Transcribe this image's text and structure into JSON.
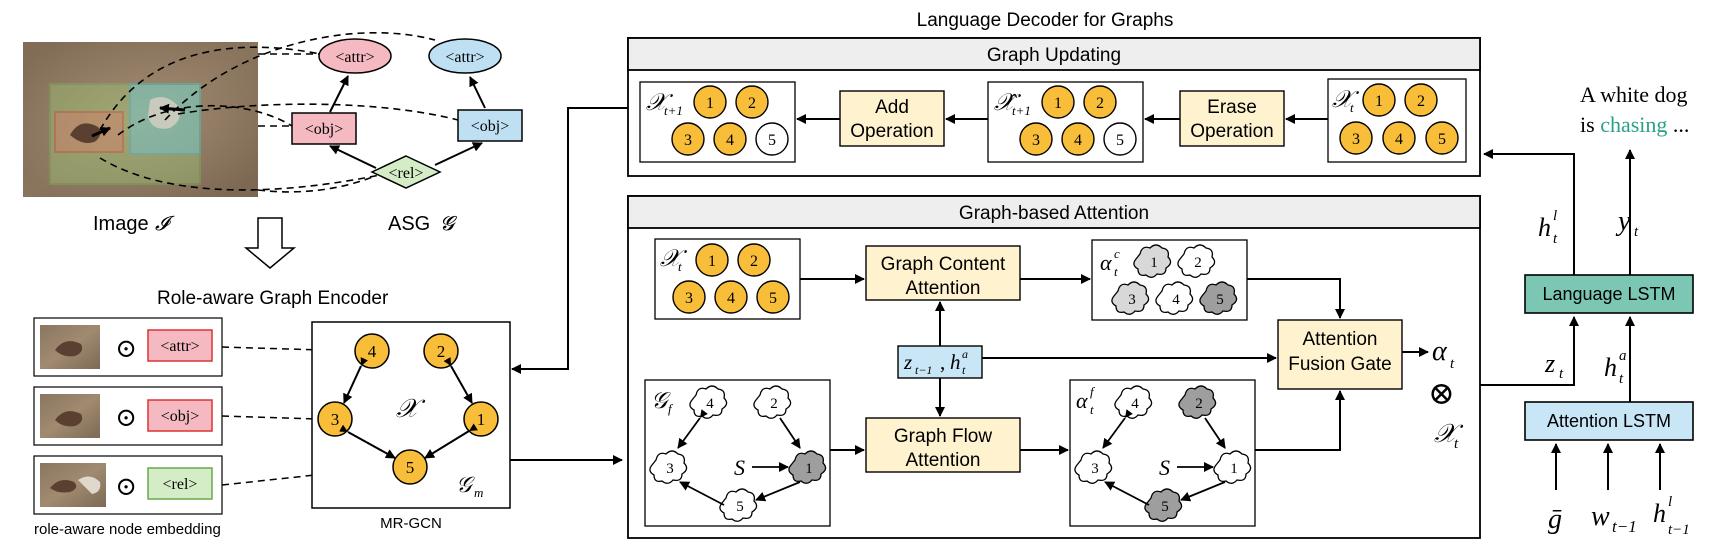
{
  "colors": {
    "node_orange": "#F8BE3A",
    "attr_pink": "#F4B9C1",
    "attr_blue": "#BFE0F3",
    "obj_pink": "#F4B9C1",
    "obj_blue": "#BFE0F3",
    "rel_green": "#D4EDC6",
    "op_box": "#FFF3CF",
    "ctx_box": "#C9E6F6",
    "lang_lstm": "#7CC6B4",
    "attn_lstm": "#C9E6F6",
    "panel_bg": "#FFFFFF",
    "panel_header": "#EEEEEE",
    "gray_cloud": "#9E9E9E",
    "light_cloud": "#D8D8D8",
    "chasing_text": "#2BA08A"
  },
  "left": {
    "image_label": "Image",
    "image_symbol": "𝓘",
    "asg_label": "ASG",
    "asg_symbol": "𝓖",
    "asg_attr_1": "<attr>",
    "asg_attr_2": "<attr>",
    "asg_obj_1": "<obj>",
    "asg_obj_2": "<obj>",
    "asg_rel": "<rel>",
    "encoder_title": "Role-aware Graph Encoder",
    "role_rows": [
      {
        "tag": "<attr>",
        "op": "⊙"
      },
      {
        "tag": "<obj>",
        "op": "⊙"
      },
      {
        "tag": "<rel>",
        "op": "⊙"
      }
    ],
    "role_caption": "role-aware node embedding",
    "mrgcn_caption": "MR-GCN",
    "mrgcn_symbol": "𝒳",
    "mrgcn_graph_symbol": "𝒢",
    "mrgcn_graph_sub": "m",
    "mrgcn_nodes": [
      "4",
      "2",
      "3",
      "1",
      "5"
    ]
  },
  "decoder": {
    "title": "Language Decoder for Graphs",
    "updating": {
      "title": "Graph Updating",
      "add_label_1": "Add",
      "add_label_2": "Operation",
      "erase_label_1": "Erase",
      "erase_label_2": "Operation",
      "x_next_symbol": "𝒳",
      "x_next_sub": "t+1",
      "x_hat_symbol": "𝒳̂",
      "x_hat_sub": "t+1",
      "x_t_symbol": "𝒳",
      "x_t_sub": "t",
      "nodes": [
        "1",
        "2",
        "3",
        "4",
        "5"
      ]
    },
    "attention": {
      "title": "Graph-based Attention",
      "content_label_1": "Graph Content",
      "content_label_2": "Attention",
      "flow_label_1": "Graph Flow",
      "flow_label_2": "Attention",
      "fusion_label_1": "Attention",
      "fusion_label_2": "Fusion Gate",
      "ctx_label": "z",
      "ctx_sub": "t−1",
      "ctx_h": "h",
      "ctx_h_sub": "t",
      "ctx_h_sup": "a",
      "x_t_symbol": "𝒳",
      "x_t_sub": "t",
      "alpha_c": "α",
      "alpha_c_sup": "c",
      "alpha_c_sub": "t",
      "alpha_f": "α",
      "alpha_f_sup": "f",
      "alpha_f_sub": "t",
      "gf_symbol": "𝒢",
      "gf_sub": "f",
      "s_label": "S",
      "out_alpha": "α",
      "out_alpha_sub": "t",
      "otimes": "⊗",
      "out_x": "𝒳",
      "out_x_sub": "t",
      "nodes": [
        "1",
        "2",
        "3",
        "4",
        "5"
      ]
    }
  },
  "right": {
    "lang_lstm": "Language LSTM",
    "attn_lstm": "Attention LSTM",
    "h_l": "h",
    "h_l_sup": "l",
    "h_l_sub": "t",
    "y": "y",
    "y_sub": "t",
    "z": "z",
    "z_sub": "t",
    "h_a": "h",
    "h_a_sup": "a",
    "h_a_sub": "t",
    "g_bar": "ḡ",
    "w": "w",
    "w_sub": "t−1",
    "h_prev": "h",
    "h_prev_sup": "l",
    "h_prev_sub": "t−1",
    "caption_1": "A white dog",
    "caption_2a": "is ",
    "caption_2b": "chasing",
    "caption_2c": " ..."
  }
}
